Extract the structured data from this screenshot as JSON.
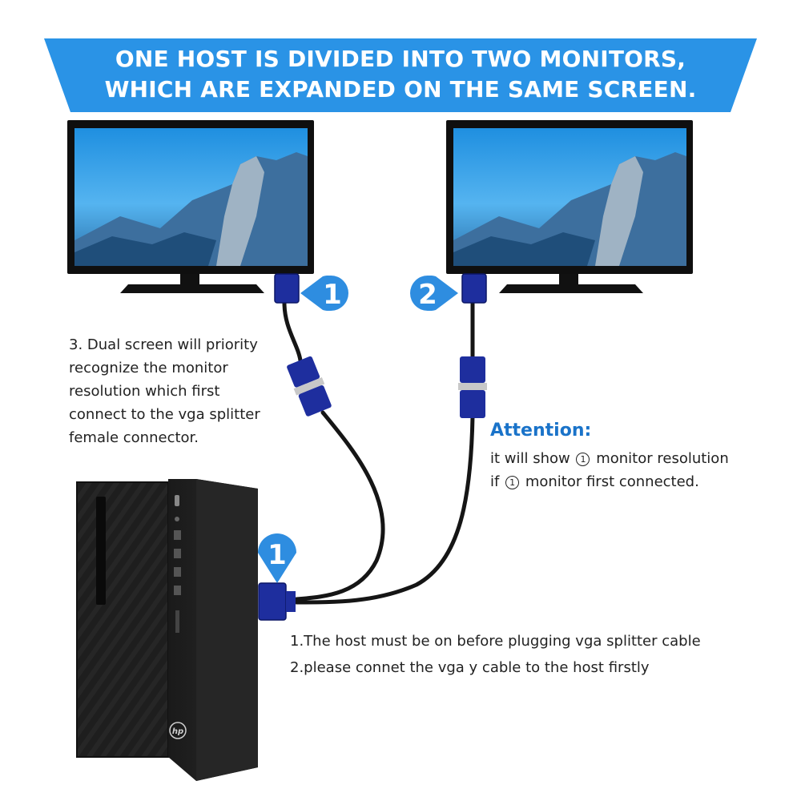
{
  "banner": {
    "line1": "ONE HOST IS DIVIDED INTO TWO MONITORS,",
    "line2": "WHICH ARE EXPANDED ON THE SAME SCREEN.",
    "color": "#2a93e6"
  },
  "markers": {
    "monitor_left": "1",
    "monitor_right": "2",
    "host": "1",
    "color": "#2e8de0"
  },
  "note_left": {
    "line1": "3. Dual screen will priority",
    "line2": "recognize the monitor",
    "line3": "resolution which first",
    "line4": "connect to the vga splitter",
    "line5": "female connector."
  },
  "attention": {
    "title": "Attention:",
    "line1_pre": "it will show",
    "line1_num": "1",
    "line1_post": "monitor resolution",
    "line2_pre": "if",
    "line2_num": "1",
    "line2_post": "monitor first connected."
  },
  "steps": {
    "step1": "1.The host must be on before plugging vga splitter cable",
    "step2": "2.please connet the vga y cable to the host firstly"
  },
  "icons": [
    "monitor-icon",
    "desktop-tower-icon",
    "vga-connector-icon",
    "hp-logo"
  ],
  "brand": "hp"
}
